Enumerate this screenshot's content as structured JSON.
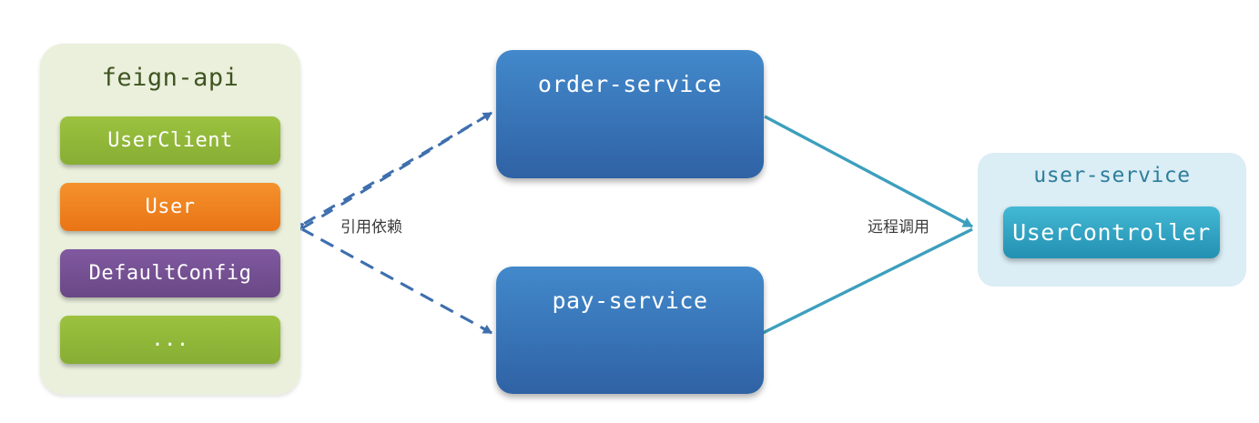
{
  "diagram": {
    "title": "feign-api dependency and remote call architecture",
    "background": "#ffffff"
  },
  "module_panel": {
    "name": "feign-api",
    "background": "#eaf0dc",
    "title_color": "#3f5421",
    "chips": [
      {
        "label": "UserClient",
        "color": "#9cc23f",
        "style": "green"
      },
      {
        "label": "User",
        "color": "#f4922c",
        "style": "orange"
      },
      {
        "label": "DefaultConfig",
        "color": "#8059a0",
        "style": "purple"
      },
      {
        "label": "...",
        "color": "#9cc23f",
        "style": "green"
      }
    ]
  },
  "services": [
    {
      "label": "order-service",
      "color": "#4289cb"
    },
    {
      "label": "pay-service",
      "color": "#4289cb"
    }
  ],
  "user_service": {
    "title": "user-service",
    "background": "#dbedf5",
    "title_color": "#2d7f9c",
    "controller": {
      "label": "UserController",
      "color": "#43b9d4"
    }
  },
  "edges": [
    {
      "label": "引用依赖",
      "style": "dashed",
      "color": "#3f6fae",
      "from": "order-service, pay-service",
      "to": "feign-api"
    },
    {
      "label": "远程调用",
      "style": "solid",
      "color": "#3d9fbd",
      "from": "order-service, pay-service",
      "to": "user-service"
    }
  ]
}
